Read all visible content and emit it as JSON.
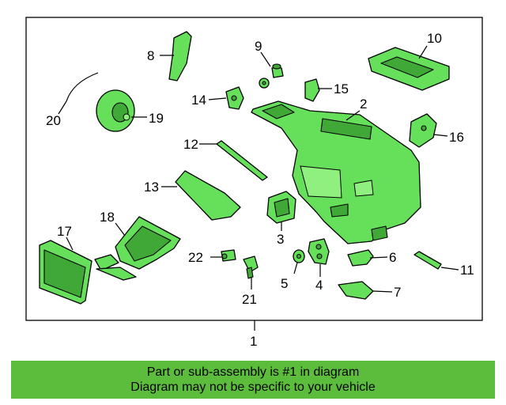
{
  "diagram": {
    "callouts": [
      "1",
      "2",
      "3",
      "4",
      "5",
      "6",
      "7",
      "8",
      "9",
      "10",
      "11",
      "12",
      "13",
      "14",
      "15",
      "16",
      "17",
      "18",
      "19",
      "20",
      "21",
      "22"
    ]
  },
  "banner": {
    "line1": "Part or sub-assembly is #1 in diagram",
    "line2": "Diagram may not be specific to your vehicle"
  },
  "colors": {
    "part_fill": "#66e05a",
    "banner_bg": "#5cbd3c"
  }
}
